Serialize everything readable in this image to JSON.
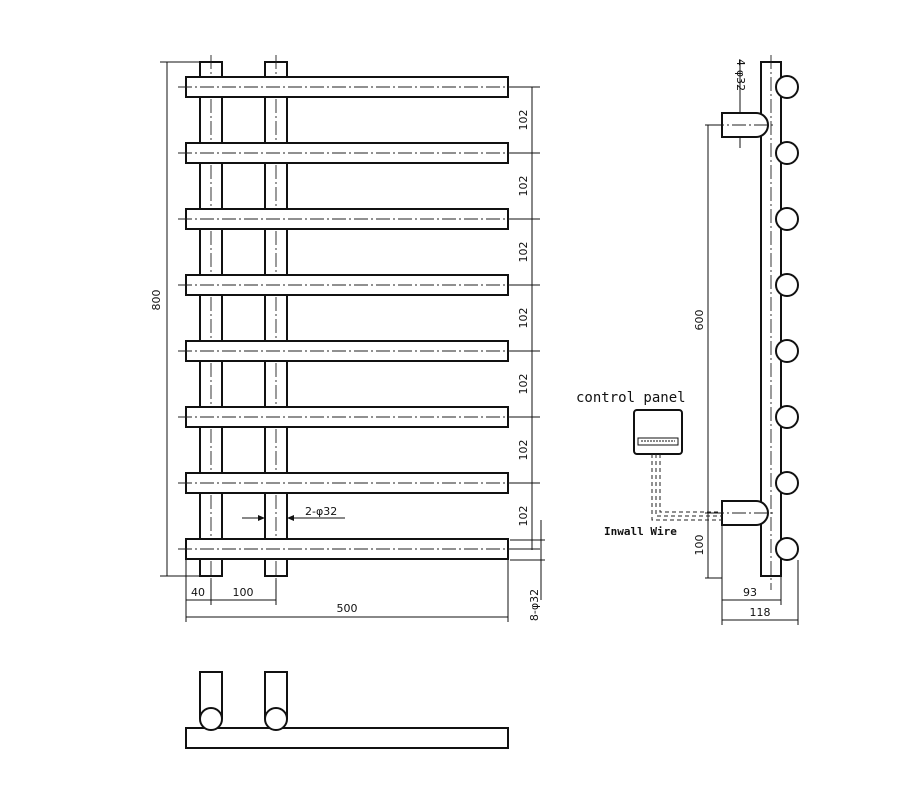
{
  "front_view": {
    "height_label": "800",
    "spacing_labels": [
      "102",
      "102",
      "102",
      "102",
      "102",
      "102",
      "102"
    ],
    "pipe_label": "2-φ32",
    "bar_label": "8-φ32",
    "offset_label": "40",
    "post_spacing_label": "100",
    "width_label": "500"
  },
  "side_view": {
    "fitting_label": "4-φ32",
    "fitting_height_label": "600",
    "bottom_label": "100",
    "depth_inner_label": "93",
    "depth_outer_label": "118",
    "control_panel_label": "control panel",
    "inwall_wire_label": "Inwall Wire"
  }
}
